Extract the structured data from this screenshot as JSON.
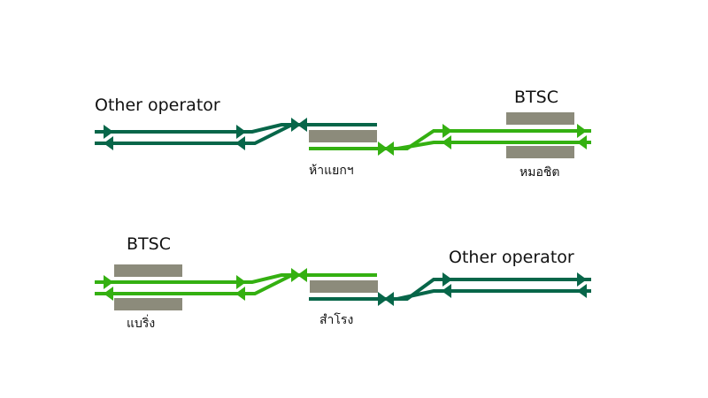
{
  "colors": {
    "other_operator": "#076649",
    "btsc": "#34b011",
    "platform": "#8c8b7b",
    "text": "#111111"
  },
  "diagrams": [
    {
      "id": "top",
      "left_label": "Other operator",
      "right_label": "BTSC",
      "left_operator": "other_operator",
      "right_operator": "btsc",
      "middle_station": "ห้าแยกฯ",
      "end_station": "หมอชิต"
    },
    {
      "id": "bottom",
      "left_label": "BTSC",
      "right_label": "Other operator",
      "left_operator": "btsc",
      "right_operator": "other_operator",
      "left_station": "แบริ่ง",
      "middle_station": "สำโรง"
    }
  ]
}
